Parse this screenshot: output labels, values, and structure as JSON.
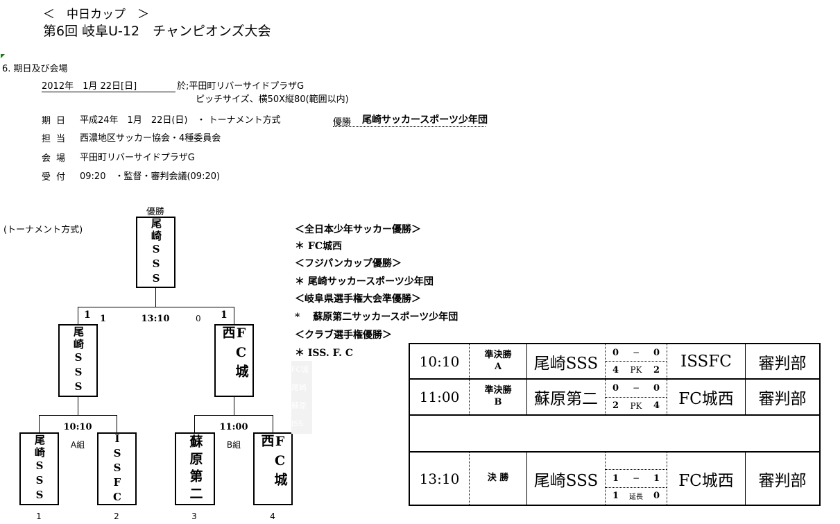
{
  "header": {
    "cup": "＜　中日カップ　＞",
    "title": "第6回 岐阜U-12　チャンピオンズ大会"
  },
  "section": {
    "heading": "6.  期日及び会場",
    "date_line": "2012年　1月 22日[日]",
    "venue_line": "於;平田町リバーサイドプラザG",
    "pitch_line": "ピッチサイズ、横50X縦80(範囲以内)",
    "rows": [
      {
        "label": "期日",
        "value": "平成24年　1月　22日(日)　・ トーナメント方式"
      },
      {
        "label": "担当",
        "value": "西濃地区サッカー協会・4種委員会"
      },
      {
        "label": "会場",
        "value": "平田町リバーサイドプラザG"
      },
      {
        "label": "受付",
        "value": "09:20　・監督・審判会議(09:20)"
      }
    ],
    "winner_label": "優勝",
    "winner_value": "尾崎サッカースポーツ少年団"
  },
  "bracket": {
    "format_label": "(トーナメント方式)",
    "champion_label": "優勝",
    "champion": "尾崎SSS",
    "final": {
      "time": "13:10",
      "left_score": "1",
      "left_ext": "1",
      "right_ext": "0",
      "right_score": "1"
    },
    "semis": [
      {
        "team": "尾崎SSS",
        "time": "10:10",
        "group": "A組"
      },
      {
        "team": "FC城西",
        "time": "11:00",
        "group": "B組"
      }
    ],
    "teams": [
      {
        "name": "尾崎SSS",
        "seed": "1"
      },
      {
        "name": "ISSFC",
        "seed": "2"
      },
      {
        "name": "蘇原第二",
        "seed": "3"
      },
      {
        "name": "FC城西",
        "seed": "4"
      }
    ]
  },
  "honors": [
    "＜全日本少年サッカー優勝＞",
    " ＊ FC城西",
    "＜フジパンカップ優勝＞",
    "＊  尾崎サッカースポーツ少年団",
    "＜岐阜県選手権大会準優勝＞",
    "*　 蘇原第二サッカースポーツ少年団",
    "＜クラブ選手権優勝＞",
    "＊  ISS. F. C"
  ],
  "ghost_lines": [
    "FC城",
    "尾崎",
    "蘇原",
    "ISS"
  ],
  "results": [
    {
      "time": "10:10",
      "stage": "準決勝",
      "sub": "A",
      "home": "尾崎SSS",
      "s1": [
        "0",
        "−",
        "0"
      ],
      "s2": [
        "4",
        "PK",
        "2"
      ],
      "away": "ISSFC",
      "ref": "審判部"
    },
    {
      "time": "11:00",
      "stage": "準決勝",
      "sub": "B",
      "home": "蘇原第二",
      "s1": [
        "0",
        "−",
        "0"
      ],
      "s2": [
        "2",
        "PK",
        "4"
      ],
      "away": "FC城西",
      "ref": "審判部"
    },
    {
      "time": "13:10",
      "stage": "決 勝",
      "sub": "",
      "home": "尾崎SSS",
      "s1": [
        "1",
        "−",
        "1"
      ],
      "s2": [
        "1",
        "延長",
        "0"
      ],
      "away": "FC城西",
      "ref": "審判部"
    }
  ]
}
